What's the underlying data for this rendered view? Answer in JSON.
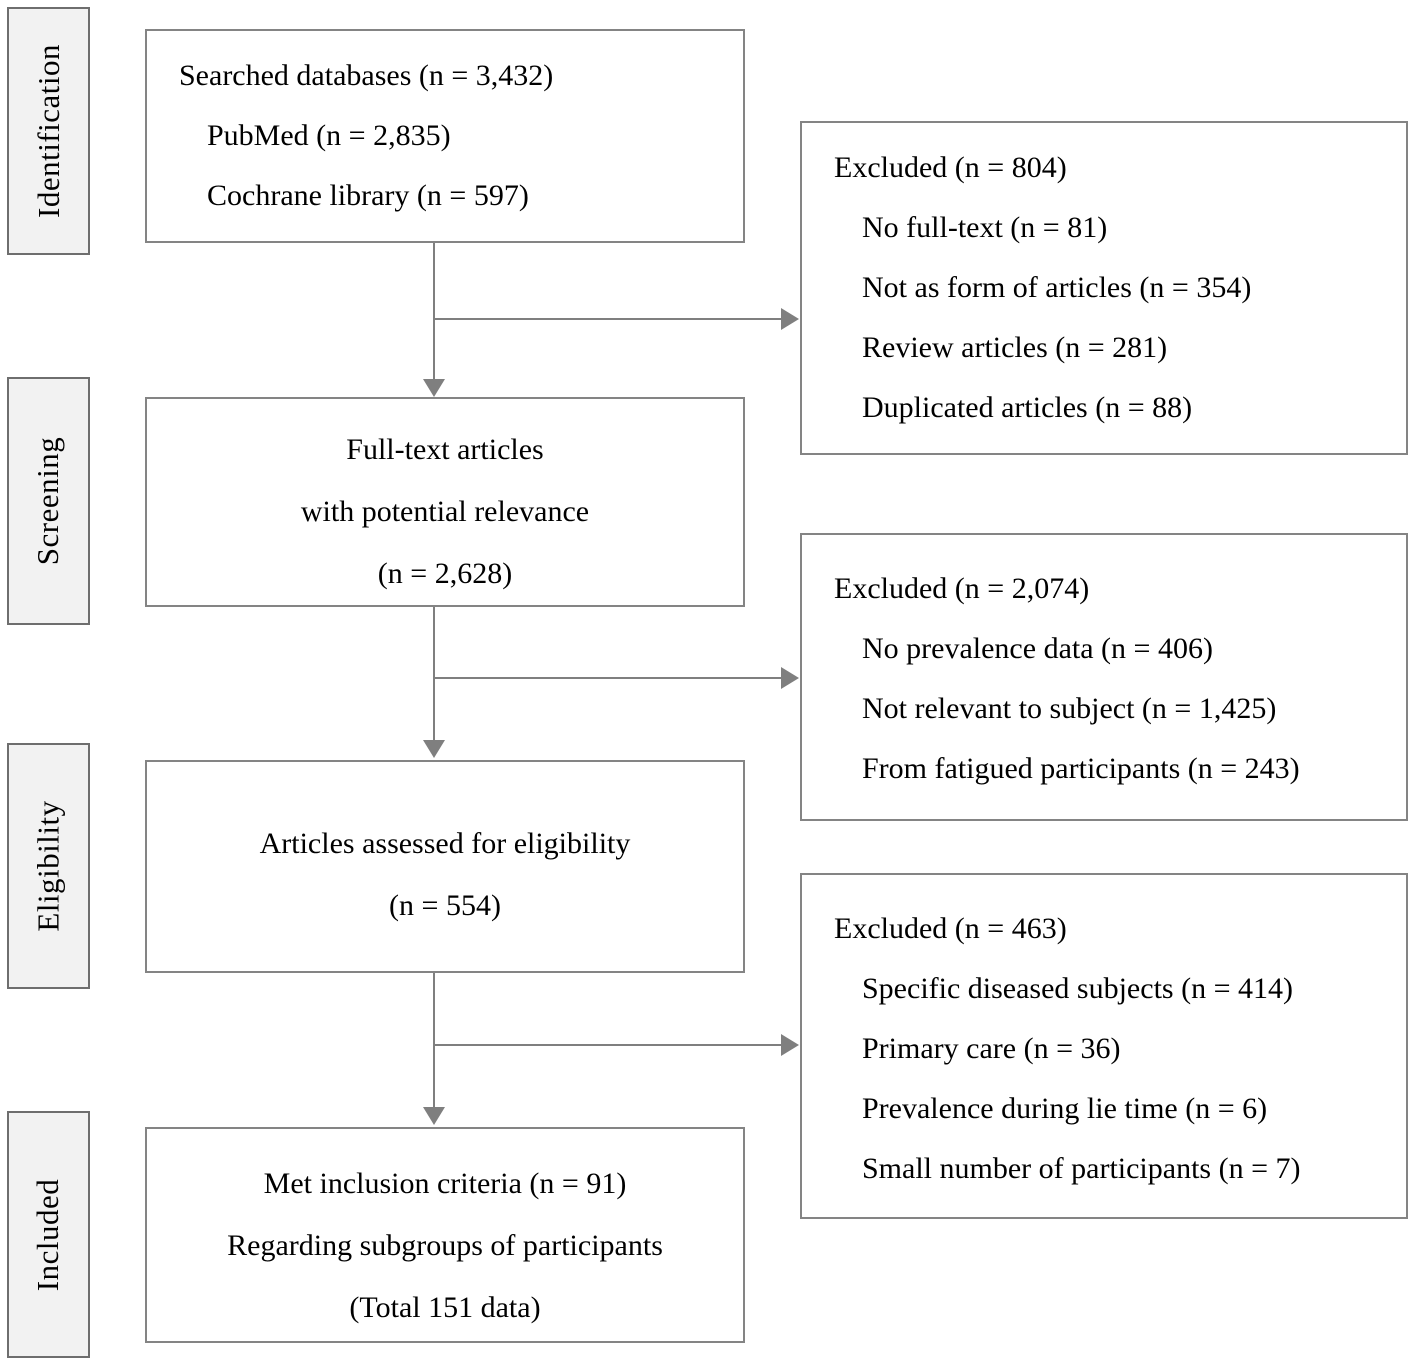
{
  "stages": [
    "Identification",
    "Screening",
    "Eligibility",
    "Included"
  ],
  "main_boxes": [
    {
      "lines": [
        {
          "text": "Searched databases (n = 3,432)"
        },
        {
          "text": "PubMed (n = 2,835)"
        },
        {
          "text": "Cochrane library (n = 597)"
        }
      ]
    },
    {
      "lines": [
        {
          "text": "Full-text articles"
        },
        {
          "text": "with potential relevance"
        },
        {
          "text": "(n = 2,628)"
        }
      ]
    },
    {
      "lines": [
        {
          "text": "Articles assessed for eligibility"
        },
        {
          "text": "(n = 554)"
        }
      ]
    },
    {
      "lines": [
        {
          "text": "Met inclusion criteria (n = 91)"
        },
        {
          "text": "Regarding subgroups of participants"
        },
        {
          "text": "(Total 151 data)"
        }
      ]
    }
  ],
  "excluded_boxes": [
    {
      "lines": [
        {
          "text": "Excluded (n = 804)"
        },
        {
          "text": "No full-text (n = 81)"
        },
        {
          "text": "Not as form of articles (n = 354)"
        },
        {
          "text": "Review articles (n = 281)"
        },
        {
          "text": "Duplicated articles (n = 88)"
        }
      ]
    },
    {
      "lines": [
        {
          "text": "Excluded (n = 2,074)"
        },
        {
          "text": "No prevalence data (n = 406)"
        },
        {
          "text": "Not relevant to subject (n = 1,425)"
        },
        {
          "text": "From fatigued participants (n = 243)"
        }
      ]
    },
    {
      "lines": [
        {
          "text": "Excluded (n = 463)"
        },
        {
          "text": "Specific diseased subjects (n = 414)"
        },
        {
          "text": "Primary care (n = 36)"
        },
        {
          "text": "Prevalence during lie time (n = 6)"
        },
        {
          "text": "Small number of participants (n = 7)"
        }
      ]
    }
  ],
  "colors": {
    "line": "#7f7f7f",
    "box_border": "#848484",
    "stage_border": "#6e6e6e",
    "stage_fill": "#f2f2f2",
    "text": "#000000"
  }
}
